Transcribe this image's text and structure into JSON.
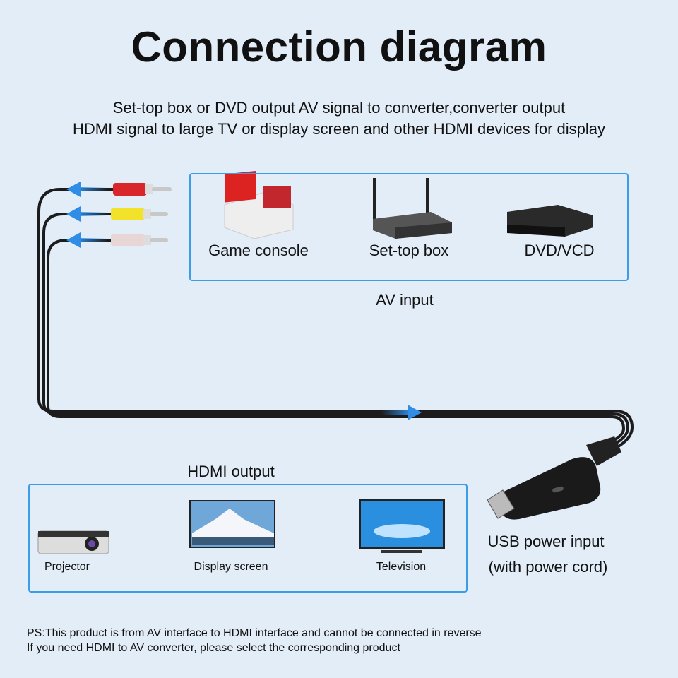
{
  "title": "Connection diagram",
  "subtitle": [
    "Set-top box or DVD output AV signal to converter,converter output",
    "HDMI signal to large TV or display screen and other HDMI devices for display"
  ],
  "av_input": {
    "label": "AV input",
    "devices": [
      "Game console",
      "Set-top box",
      "DVD/VCD"
    ]
  },
  "hdmi_output": {
    "label": "HDMI output",
    "devices": [
      "Projector",
      "Display screen",
      "Television"
    ]
  },
  "power": [
    "USB power input",
    "(with power cord)"
  ],
  "notes": [
    "PS:This product is from AV interface to HDMI interface and cannot be connected in reverse",
    "If you need HDMI to AV converter, please select the corresponding product"
  ],
  "colors": {
    "background": "#e2edf7",
    "box_border": "#3b9de9",
    "arrow": "#2f8de6",
    "rca_red": "#d9262b",
    "rca_yellow": "#f2e22a",
    "rca_white": "#e8d6d4"
  }
}
